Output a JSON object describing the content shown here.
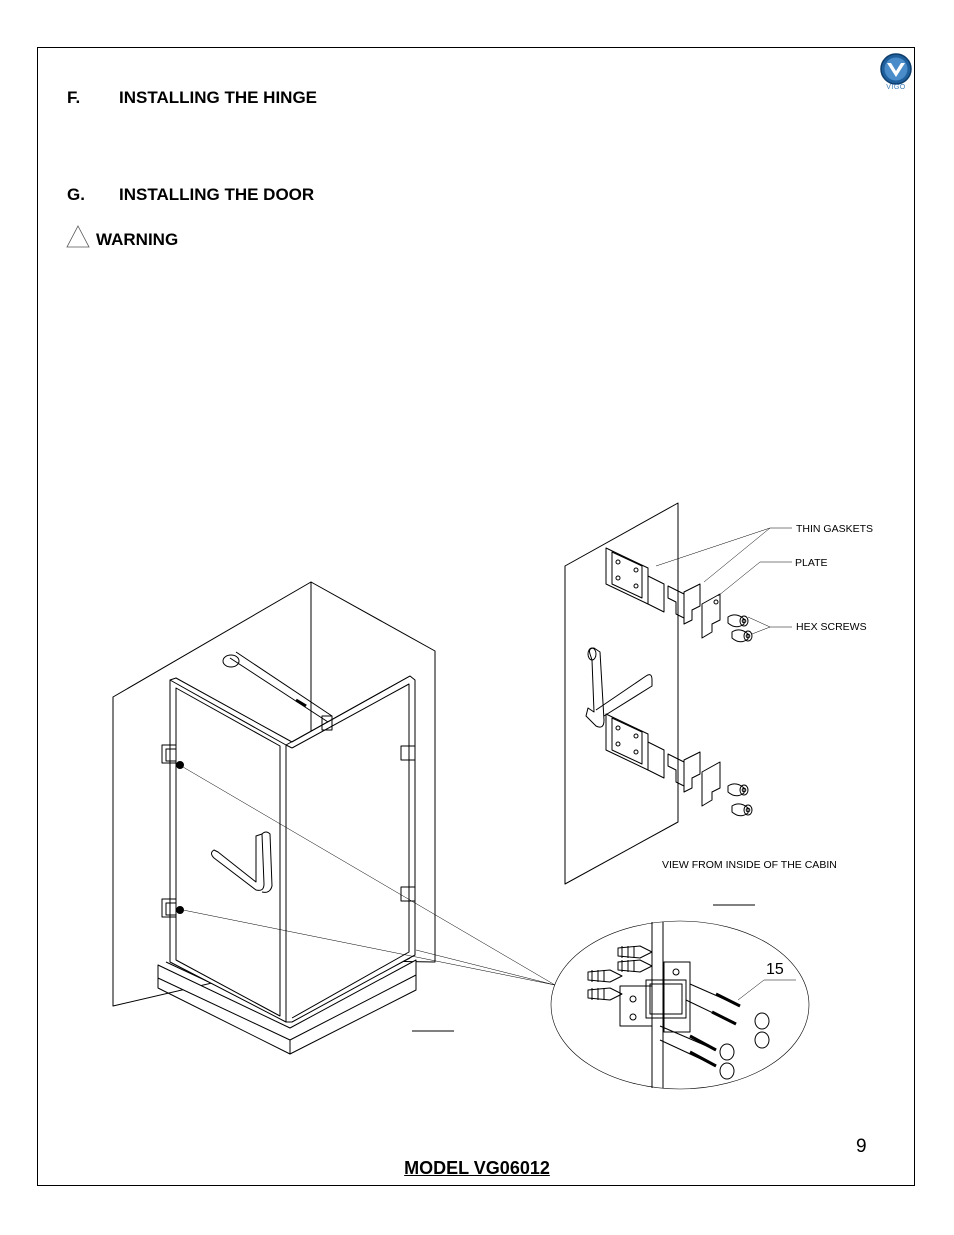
{
  "brand": {
    "logo_text": "VIGO",
    "accent": "#2c6fae"
  },
  "sections": [
    {
      "letter": "F.",
      "title": "INSTALLING THE HINGE"
    },
    {
      "letter": "G.",
      "title": "INSTALLING THE DOOR"
    }
  ],
  "warning": {
    "label": "WARNING",
    "icon": "warning-triangle-icon"
  },
  "callouts": {
    "thin_gaskets": "THIN GASKETS",
    "plate": "PLATE",
    "hex_screws": "HEX SCREWS",
    "view_caption": "VIEW FROM INSIDE OF THE CABIN",
    "detail_number": "15"
  },
  "footer": {
    "page_number": "9",
    "model": "MODEL VG06012"
  }
}
